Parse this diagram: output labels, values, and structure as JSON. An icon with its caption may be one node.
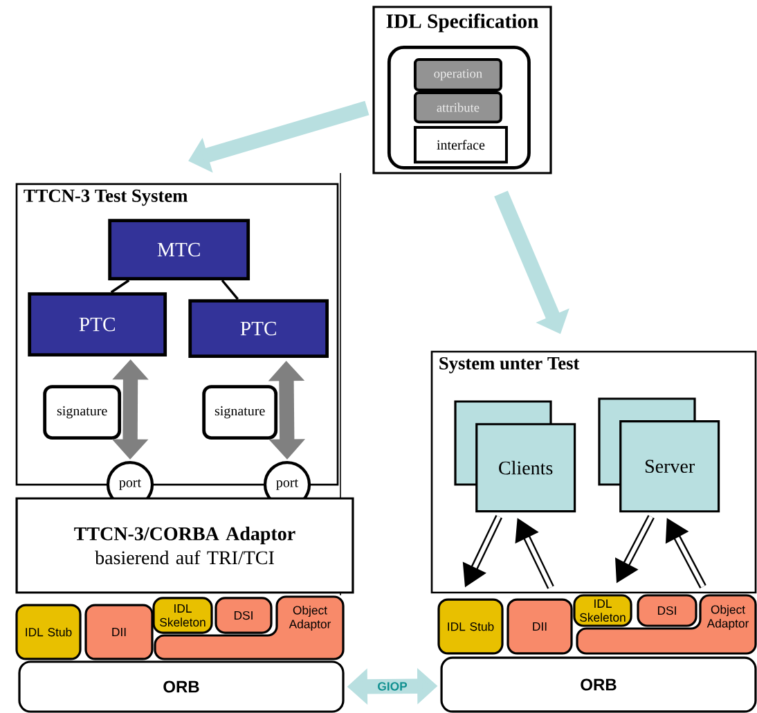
{
  "diagram": {
    "nodes": [
      {
        "text": [
          "IDL Specification"
        ]
      },
      {
        "text": [],
        "shape": "box",
        "in": 0
      },
      {
        "text": [
          "operation"
        ],
        "in": 1
      },
      {
        "text": [
          "attribute"
        ],
        "in": 1
      },
      {
        "text": [
          "interface"
        ],
        "in": 1
      },
      {
        "text": [
          "TTCN-3 Test System"
        ]
      },
      {
        "text": [
          "MTC"
        ],
        "in": 5
      },
      {
        "text": [
          "PTC"
        ],
        "in": 5
      },
      {
        "text": [
          "PTC"
        ],
        "in": 5
      },
      {
        "text": [
          "signature"
        ],
        "in": 5
      },
      {
        "text": [
          "signature"
        ],
        "in": 5
      },
      {
        "text": [
          "port"
        ]
      },
      {
        "text": [
          "port"
        ]
      },
      {
        "text": [
          "TTCN-3/CORBA Adaptor",
          "basierend auf TRI/TCI"
        ]
      },
      {
        "text": [
          "IDL Stub"
        ]
      },
      {
        "text": [
          "DII"
        ]
      },
      {
        "text": [
          "IDL Skeleton"
        ]
      },
      {
        "text": [
          "DSI"
        ]
      },
      {
        "text": [
          "Object Adaptor"
        ]
      },
      {
        "text": [
          "ORB"
        ]
      },
      {
        "text": [
          "System unter Test"
        ]
      },
      {
        "text": [
          "Clients"
        ],
        "in": 20
      },
      {
        "text": [
          "Server"
        ],
        "in": 20
      },
      {
        "text": [
          "IDL Stub"
        ]
      },
      {
        "text": [
          "DII"
        ]
      },
      {
        "text": [
          "IDL Skeleton"
        ]
      },
      {
        "text": [
          "DSI"
        ]
      },
      {
        "text": [
          "Object Adaptor"
        ]
      },
      {
        "text": [
          "ORB"
        ]
      }
    ],
    "edges": [
      {
        "from": 0,
        "to": 5,
        "arrow": "to",
        "style": "thick",
        "color": "#b8dfe0"
      },
      {
        "from": 0,
        "to": 20,
        "arrow": "to",
        "style": "thick",
        "color": "#b8dfe0"
      },
      {
        "from": 6,
        "to": 7,
        "arrow": "none"
      },
      {
        "from": 6,
        "to": 8,
        "arrow": "none"
      },
      {
        "from": 7,
        "to": 11,
        "arrow": "both",
        "style": "thick",
        "color": "#808080"
      },
      {
        "from": 8,
        "to": 12,
        "arrow": "both",
        "style": "thick",
        "color": "#808080"
      },
      {
        "from": 21,
        "to": 23,
        "arrow": "to"
      },
      {
        "from": 24,
        "to": 21,
        "arrow": "to"
      },
      {
        "from": 22,
        "to": 25,
        "arrow": "to"
      },
      {
        "from": 27,
        "to": 22,
        "arrow": "to"
      },
      {
        "from": 19,
        "to": 28,
        "arrow": "both",
        "style": "thick",
        "color": "#b8dfe0",
        "label": "GIOP"
      }
    ]
  }
}
